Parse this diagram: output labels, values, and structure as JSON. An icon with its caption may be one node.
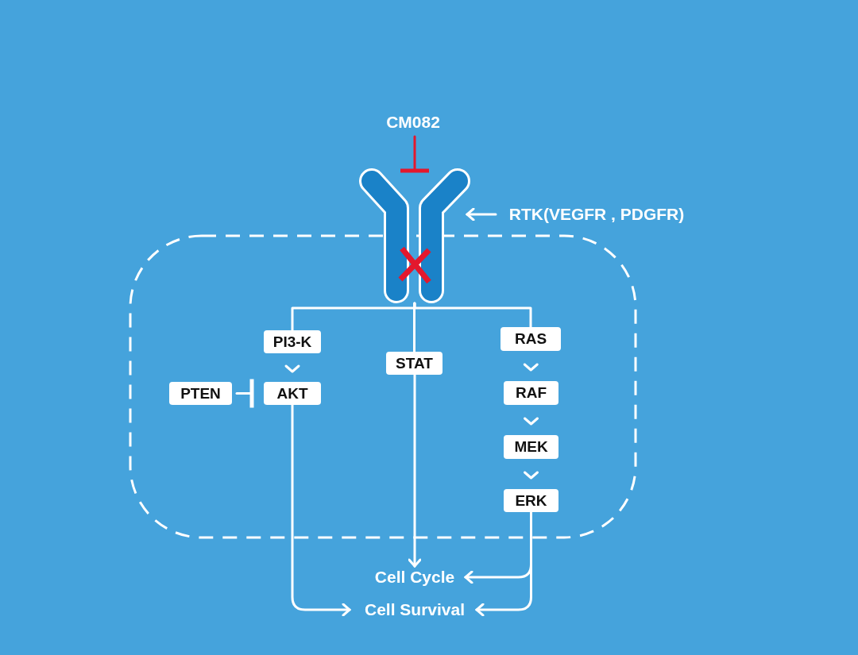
{
  "diagram": {
    "nodes": [
      {
        "text": [
          "CM082"
        ]
      },
      {
        "text": [],
        "shape": "picture"
      },
      {
        "text": [
          "RTK(VEGFR , PDGFR)"
        ]
      },
      {
        "text": [
          "PI3-K"
        ]
      },
      {
        "text": [
          "STAT"
        ]
      },
      {
        "text": [
          "RAS"
        ]
      },
      {
        "text": [
          "PTEN"
        ]
      },
      {
        "text": [
          "AKT"
        ]
      },
      {
        "text": [
          "RAF"
        ]
      },
      {
        "text": [
          "MEK"
        ]
      },
      {
        "text": [
          "ERK"
        ]
      },
      {
        "text": [
          "Cell Cycle"
        ]
      },
      {
        "text": [
          "Cell Survival"
        ]
      }
    ],
    "edges": [
      {
        "from": 0,
        "to": 1,
        "arrow": "other",
        "color": "#e3182d"
      },
      {
        "from": 2,
        "to": 1,
        "arrow": "to"
      },
      {
        "from": 1,
        "to": 3,
        "arrow": "none"
      },
      {
        "from": 1,
        "to": 4,
        "arrow": "none"
      },
      {
        "from": 1,
        "to": 5,
        "arrow": "none"
      },
      {
        "from": 3,
        "to": 7,
        "arrow": "to"
      },
      {
        "from": 6,
        "to": 7,
        "arrow": "other"
      },
      {
        "from": 5,
        "to": 8,
        "arrow": "to"
      },
      {
        "from": 8,
        "to": 9,
        "arrow": "to"
      },
      {
        "from": 9,
        "to": 10,
        "arrow": "to"
      },
      {
        "from": 4,
        "to": 11,
        "arrow": "to"
      },
      {
        "from": 7,
        "to": 12,
        "arrow": "to"
      },
      {
        "from": 10,
        "to": 11,
        "arrow": "to"
      },
      {
        "from": 10,
        "to": 12,
        "arrow": "to"
      }
    ]
  }
}
